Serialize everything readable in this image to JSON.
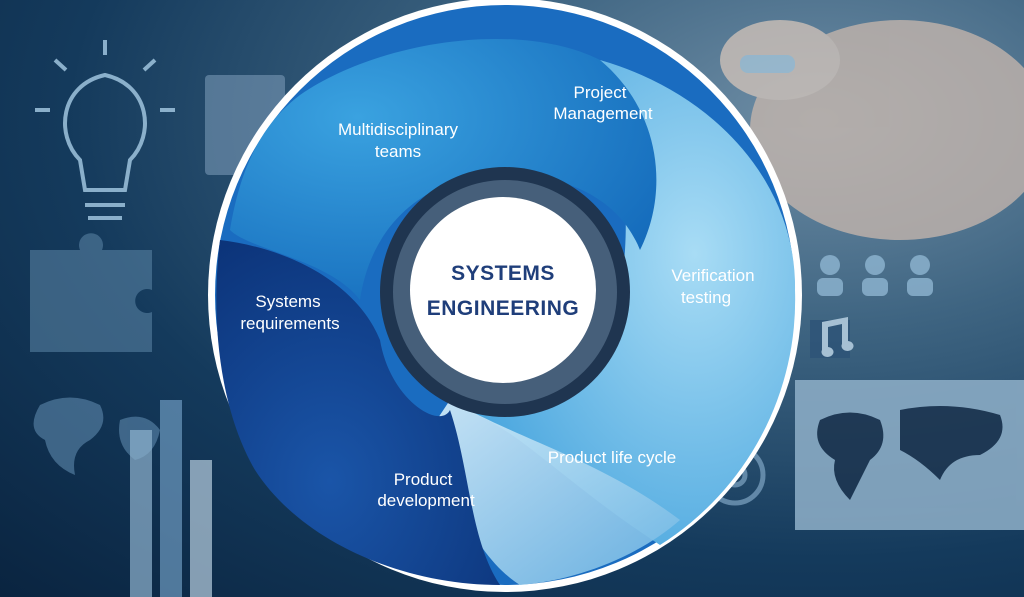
{
  "center": {
    "line1": "SYSTEMS",
    "line2": "ENGINEERING"
  },
  "segments": [
    {
      "line1": "Project",
      "line2": "Management"
    },
    {
      "line1": "Multidisciplinary",
      "line2": "teams"
    },
    {
      "line1": "Verification",
      "line2": "testing"
    },
    {
      "line1": "Systems",
      "line2": "requirements"
    },
    {
      "line1": "Product life cycle"
    },
    {
      "line1": "Product",
      "line2": "development"
    }
  ],
  "colors": {
    "ring_border": "#ffffff",
    "segment_light": "#7ec3ea",
    "segment_mid": "#2b8fd4",
    "segment_dark": "#0e3f8c",
    "center_text": "#1f3e7a"
  },
  "background_icons": [
    "lightbulb-icon",
    "puzzle-icon",
    "world-map-icon",
    "bar-chart-icon",
    "people-icon",
    "music-note-icon",
    "gear-icon",
    "hand-with-pen"
  ]
}
